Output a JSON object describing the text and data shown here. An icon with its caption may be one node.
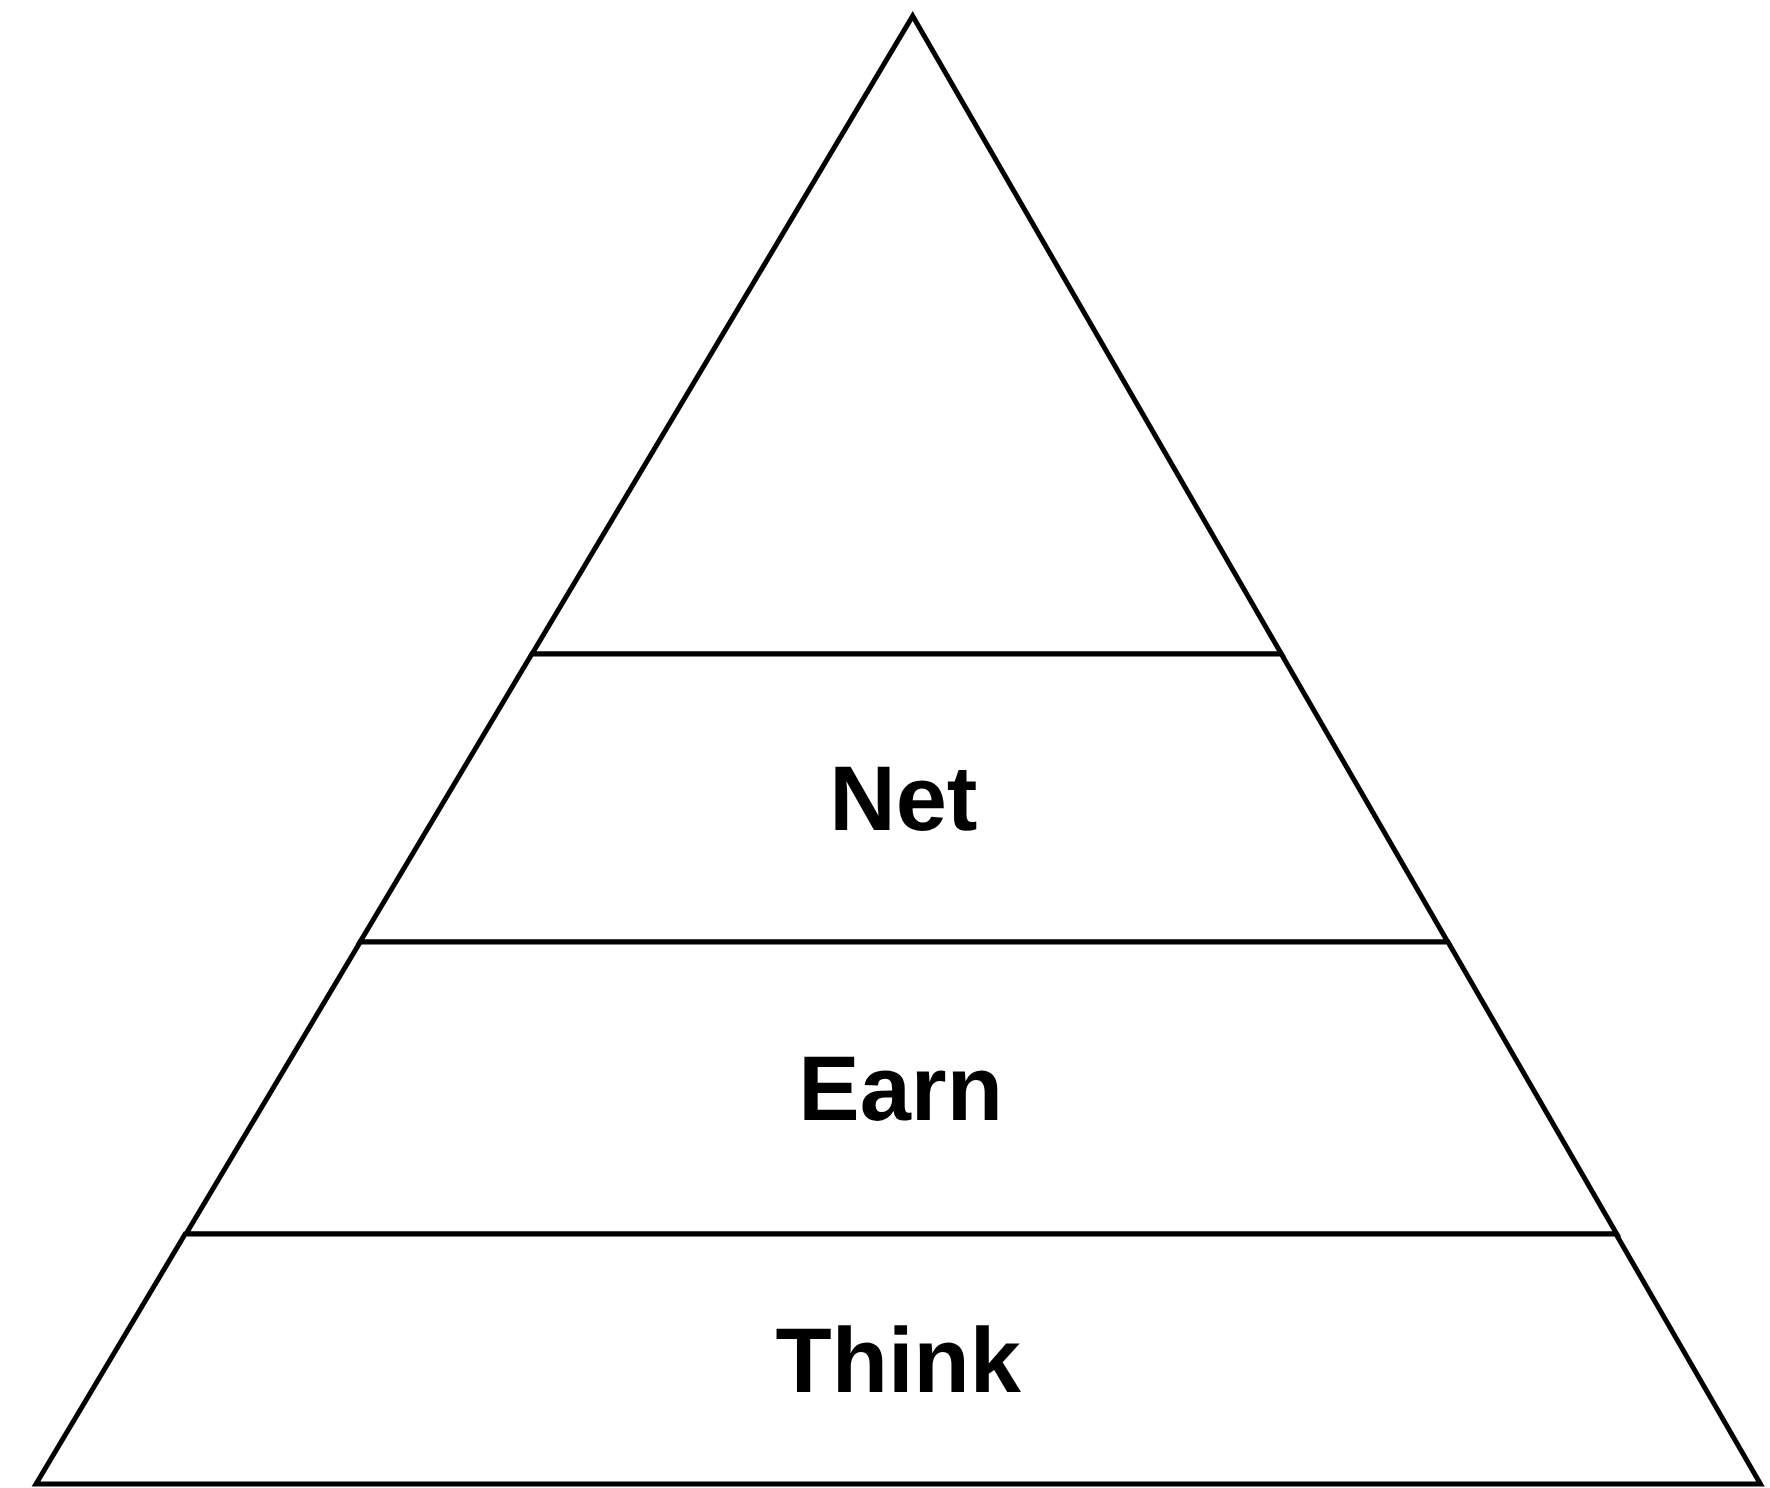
{
  "diagram": {
    "nodes": [
      {
        "text": [],
        "shape": "triangle"
      },
      {
        "text": [
          "Net"
        ]
      },
      {
        "text": [
          "Earn"
        ]
      },
      {
        "text": [
          "Think"
        ]
      }
    ]
  }
}
